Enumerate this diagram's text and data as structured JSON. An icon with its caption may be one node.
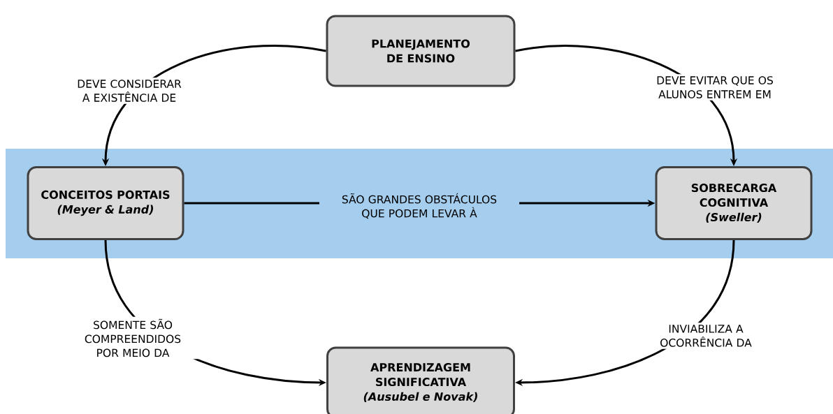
{
  "diagram": {
    "nodes": [
      {
        "text": [
          "PLANEJAMENTO DE ENSINO"
        ]
      },
      {
        "text": [
          "CONCEITOS PORTAIS",
          "(Meyer & Land)"
        ]
      },
      {
        "text": [
          "SOBRECARGA COGNITIVA",
          "(Sweller)"
        ]
      },
      {
        "text": [
          "APRENDIZAGEM SIGNIFICATIVA",
          "(Ausubel e Novak)"
        ]
      }
    ],
    "edges": [
      {
        "from": 0,
        "to": 1,
        "arrow": "to",
        "label": "DEVE CONSIDERAR A EXISTÊNCIA DE"
      },
      {
        "from": 0,
        "to": 2,
        "arrow": "to",
        "label": "DEVE EVITAR QUE OS ALUNOS ENTREM EM"
      },
      {
        "from": 1,
        "to": 2,
        "arrow": "to",
        "label": "SÃO GRANDES OBSTÁCULOS QUE PODEM LEVAR À"
      },
      {
        "from": 1,
        "to": 3,
        "arrow": "to",
        "label": "SOMENTE SÃO COMPREENDIDOS POR MEIO DA"
      },
      {
        "from": 2,
        "to": 3,
        "arrow": "to",
        "label": "INVIABILIZA A OCORRÊNCIA DA"
      }
    ]
  }
}
